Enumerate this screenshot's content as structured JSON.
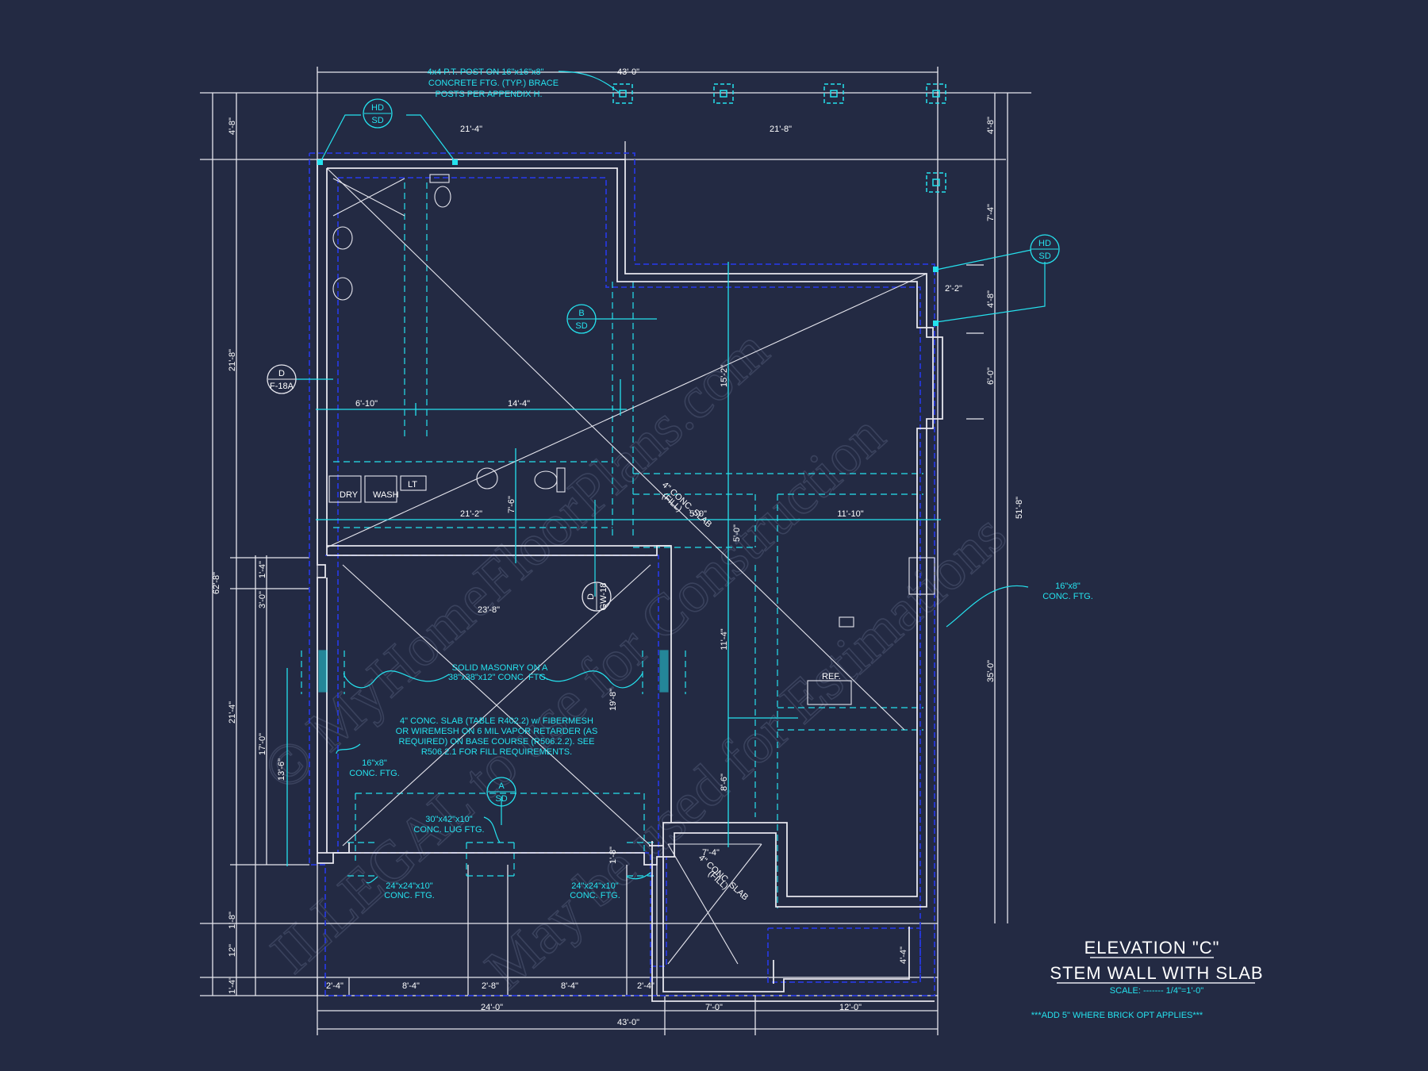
{
  "watermark": {
    "line1": "© MyHomeFloorPlans.com",
    "line2": "ILLEGAL to use for Construction",
    "line3": "May be used for Estimations"
  },
  "colors": {
    "background": "#232a43",
    "accent": "#25e2ee",
    "wall": "#e6e6ee",
    "hidden": "#2738d8"
  },
  "notes": {
    "post_1": "4x4 P.T. POST ON 16\"x16\"x8\"",
    "post_2": "CONCRETE FTG. (TYP.) BRACE",
    "post_3": "POSTS PER APPENDIX H.",
    "masonry_1": "SOLID MASONRY ON A",
    "masonry_2": "38\"x38\"x12\" CONC. FTG.",
    "slab_1": "4\" CONC. SLAB (TABLE R402.2) w/ FIBERMESH",
    "slab_2": "OR WIREMESH ON 6 MIL VAPOR RETARDER (AS",
    "slab_3": "REQUIRED) ON BASE COURSE (R506.2.2). SEE",
    "slab_4": "R506.2.1 FOR FILL REQUIREMENTS.",
    "ftg16_left_1": "16\"x8\"",
    "ftg16_left_2": "CONC. FTG.",
    "ftg16_right_1": "16\"x8\"",
    "ftg16_right_2": "CONC. FTG.",
    "lug_1": "30\"x42\"x10\"",
    "lug_2": "CONC. LUG FTG.",
    "ftg24_left_1": "24\"x24\"x10\"",
    "ftg24_left_2": "CONC. FTG.",
    "ftg24_right_1": "24\"x24\"x10\"",
    "ftg24_right_2": "CONC. FTG.",
    "fill_slab_1": "4\" CONC. SLAB",
    "fill_slab_2": "(FILL)",
    "fill_slab_3": "4\" CONC. SLAB",
    "fill_slab_4": "(FILL)",
    "brick": "***ADD 5\" WHERE BRICK OPT APPLIES***"
  },
  "labels": {
    "dry": "DRY",
    "wash": "WASH",
    "lt": "LT",
    "ref": "REF."
  },
  "tags": {
    "hd_top": "HD",
    "sd_top": "SD",
    "hd_right": "HD",
    "sd_right": "SD",
    "b_top": "B",
    "b_bottom": "SD",
    "a_top": "A",
    "a_bottom": "SD",
    "d_top": "D",
    "d_bottom": "F-18A",
    "gw_top": "D",
    "gw_bottom": "GW-18"
  },
  "dims": {
    "top_overall": "43'-0\"",
    "top_left": "21'-4\"",
    "top_right": "21'-8\"",
    "left_overall": "62'-8\"",
    "left_top_offset": "4'-8\"",
    "left_upper": "21'-8\"",
    "left_1_4": "1'-4\"",
    "left_3_0": "3'-0\"",
    "left_mid": "21'-4\"",
    "left_17_0": "17'-0\"",
    "left_13_6": "13'-6\"",
    "left_1_8": "1'-8\"",
    "left_12": "12\"",
    "left_bot_1_4": "1'-4\"",
    "right_4_8_a": "4'-8\"",
    "right_7_4": "7'-4\"",
    "right_4_8_b": "4'-8\"",
    "right_6_0": "6'-0\"",
    "right_51_8": "51'-8\"",
    "right_35_0": "35'-0\"",
    "right_2_2": "2'-2\"",
    "int_6_10": "6'-10\"",
    "int_14_4": "14'-4\"",
    "int_21_2": "21'-2\"",
    "int_7_6": "7'-6\"",
    "int_5_0_h": "5'-0\"",
    "int_11_10": "11'-10\"",
    "int_15_2": "15'-2\"",
    "int_5_0_v": "5'-0\"",
    "int_11_4": "11'-4\"",
    "int_8_6": "8'-6\"",
    "int_23_8": "23'-8\"",
    "int_19_8": "19'-8\"",
    "int_1_8": "1'-8\"",
    "int_7_4": "7'-4\"",
    "int_4_4": "4'-4\"",
    "bot_2_4_a": "2'-4\"",
    "bot_8_4_a": "8'-4\"",
    "bot_2_8": "2'-8\"",
    "bot_8_4_b": "8'-4\"",
    "bot_2_4_b": "2'-4\"",
    "bot_24_0": "24'-0\"",
    "bot_7_0": "7'-0\"",
    "bot_12_0": "12'-0\"",
    "bot_overall": "43'-0\""
  },
  "title_block": {
    "line1": "ELEVATION \"C\"",
    "line2": "STEM WALL WITH SLAB",
    "scale_label": "SCALE: ------- 1/4\"=1'-0\""
  }
}
